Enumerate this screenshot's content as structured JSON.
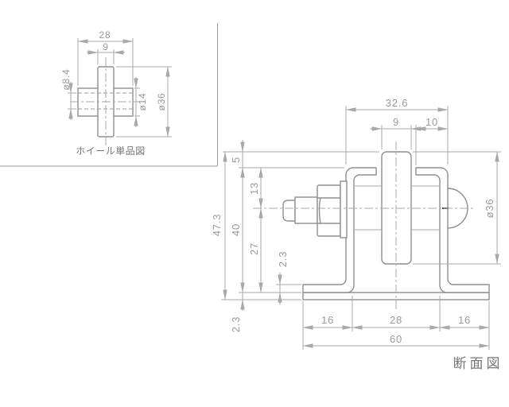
{
  "drawing": {
    "detail_view": {
      "title": "ホイール単品図",
      "dims": {
        "hub_length": "28",
        "wheel_width": "9",
        "bore_dia": "ø8.4",
        "hub_dia": "ø14",
        "wheel_dia": "ø36"
      }
    },
    "section_view": {
      "title": "断面図",
      "dims": {
        "top_width": "32.6",
        "wheel_width": "9",
        "flange_length": "10",
        "wheel_protrusion": "5",
        "top_to_axle": "13",
        "bracket_height": "40",
        "axle_to_base": "27",
        "foot_thickness": "2.3",
        "total_height": "47.3",
        "base_thickness": "2.3",
        "base_span_left": "16",
        "base_span_mid": "28",
        "base_span_right": "16",
        "base_width": "60",
        "wheel_dia": "ø36"
      }
    },
    "colors": {
      "outline": "#8f8f8f",
      "dimension": "#a8a8a8",
      "hidden": "#c6c6c6",
      "label": "#777777",
      "background": "#ffffff"
    }
  }
}
